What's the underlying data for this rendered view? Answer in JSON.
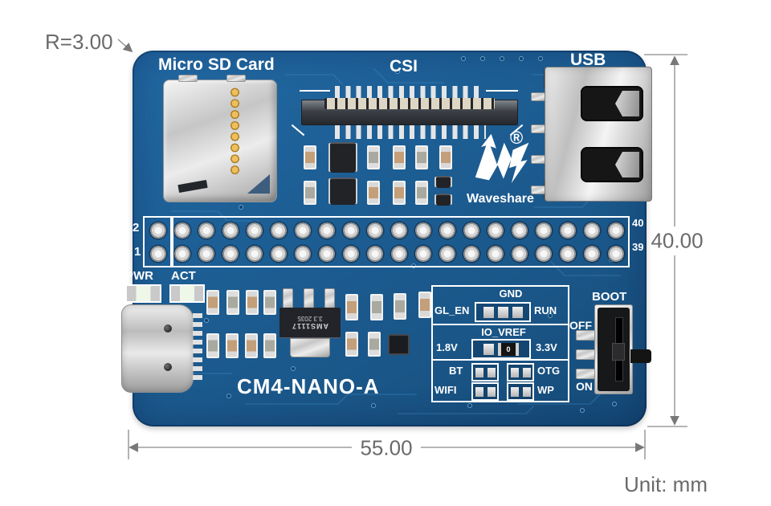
{
  "annotations": {
    "radius_label": "R=3.00",
    "height_label": "40.00",
    "width_label": "55.00",
    "unit_label": "Unit: mm"
  },
  "board": {
    "title": "CM4-NANO-A",
    "labels": {
      "micro_sd": "Micro SD Card",
      "csi": "CSI",
      "usb": "USB",
      "pwr": "PWR",
      "act": "ACT",
      "boot": "BOOT",
      "off": "OFF",
      "on": "ON"
    },
    "brand": {
      "registered": "®",
      "name": "Waveshare"
    },
    "header": {
      "top_left": "2",
      "bottom_left": "1",
      "top_right": "40",
      "bottom_right": "39"
    },
    "jumpers": {
      "gnd": "GND",
      "gl_en": "GL_EN",
      "run": "RUN",
      "io_vref": "IO_VREF",
      "v1_8": "1.8V",
      "v3_3": "3.3V",
      "bt": "BT",
      "otg": "OTG",
      "wifi": "WIFI",
      "wp": "WP",
      "zero_ohm": "0"
    },
    "chips": {
      "regulator_line1": "AMS1117",
      "regulator_line2": "3.3 2035"
    }
  },
  "colors": {
    "pcb": "#1c5d93",
    "silkscreen": "#ffffff",
    "dimension_text": "#6a6a6a",
    "gold_pin": "#dcaf4e",
    "metal": "#d9d9d9",
    "background": "#ffffff"
  }
}
